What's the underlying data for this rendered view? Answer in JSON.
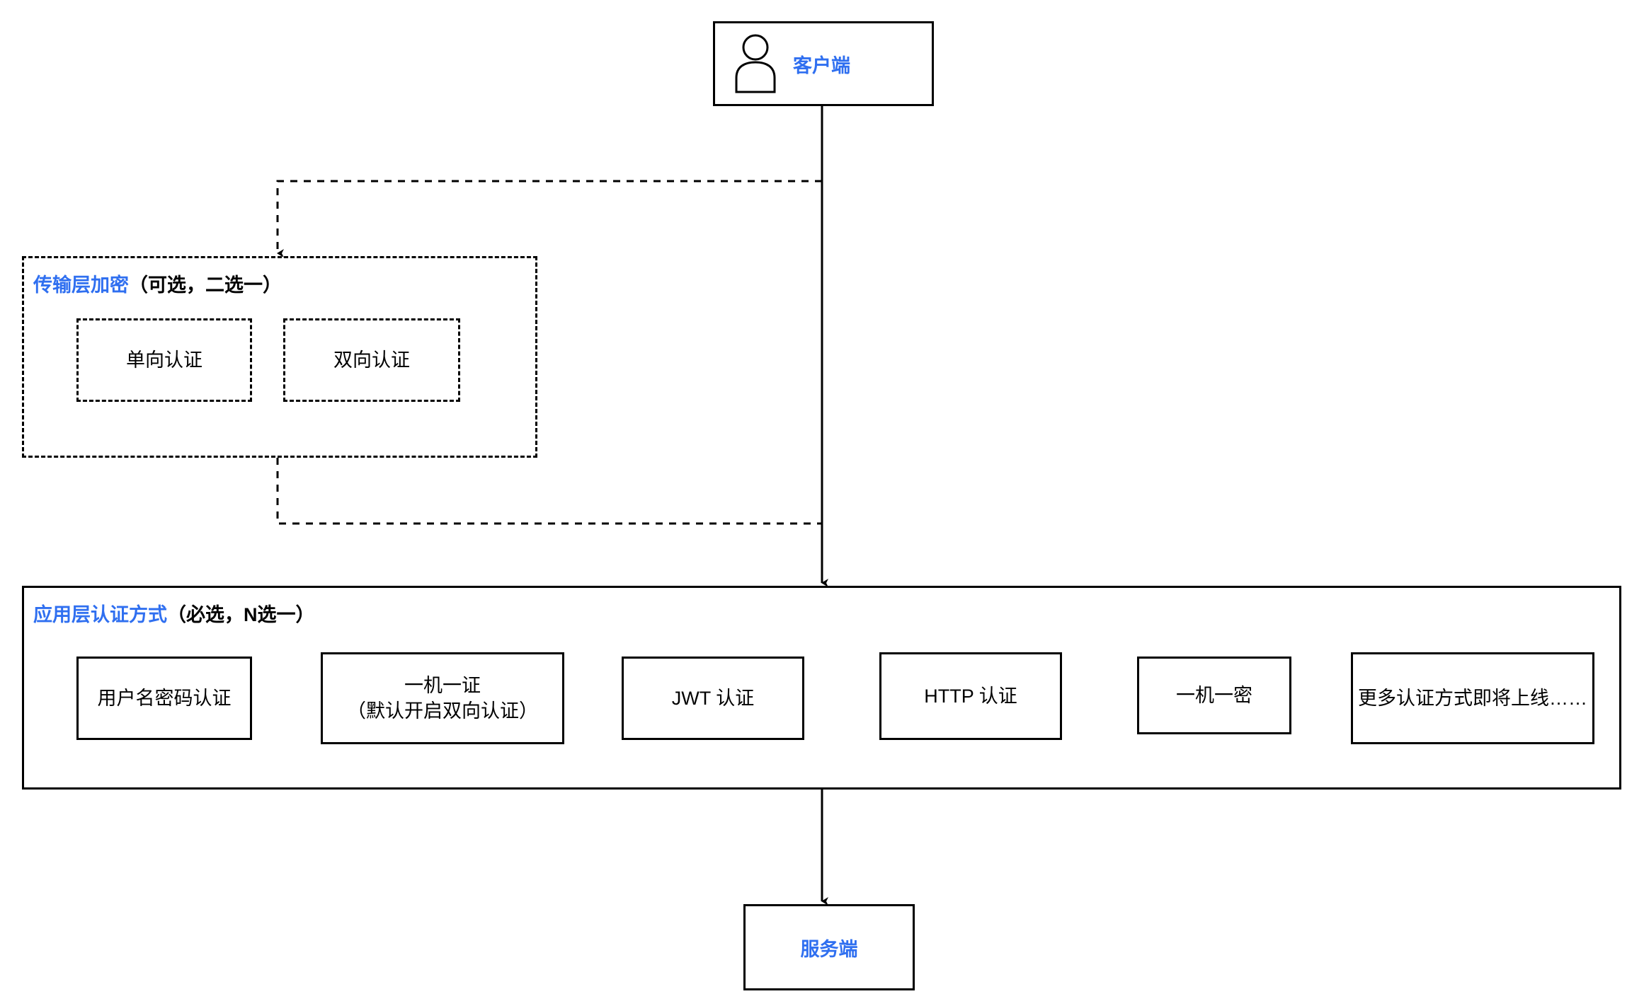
{
  "diagram": {
    "title_accent_color": "#2f6ff0",
    "line_color": "#000000",
    "background": "#ffffff"
  },
  "client": {
    "label": "客户端",
    "icon": "user-actor-icon"
  },
  "server": {
    "label": "服务端"
  },
  "transport_layer": {
    "title_accent": "传输层加密",
    "title_rest": "（可选，二选一）",
    "options": [
      {
        "label": "单向认证"
      },
      {
        "label": "双向认证"
      }
    ]
  },
  "application_layer": {
    "title_accent": "应用层认证方式",
    "title_rest": "（必选，N选一）",
    "options": [
      {
        "label": "用户名密码认证"
      },
      {
        "label": "一机一证\n（默认开启双向认证）"
      },
      {
        "label": "JWT 认证"
      },
      {
        "label": "HTTP 认证"
      },
      {
        "label": "一机一密"
      },
      {
        "label": "更多认证方式即将上线……"
      }
    ]
  }
}
